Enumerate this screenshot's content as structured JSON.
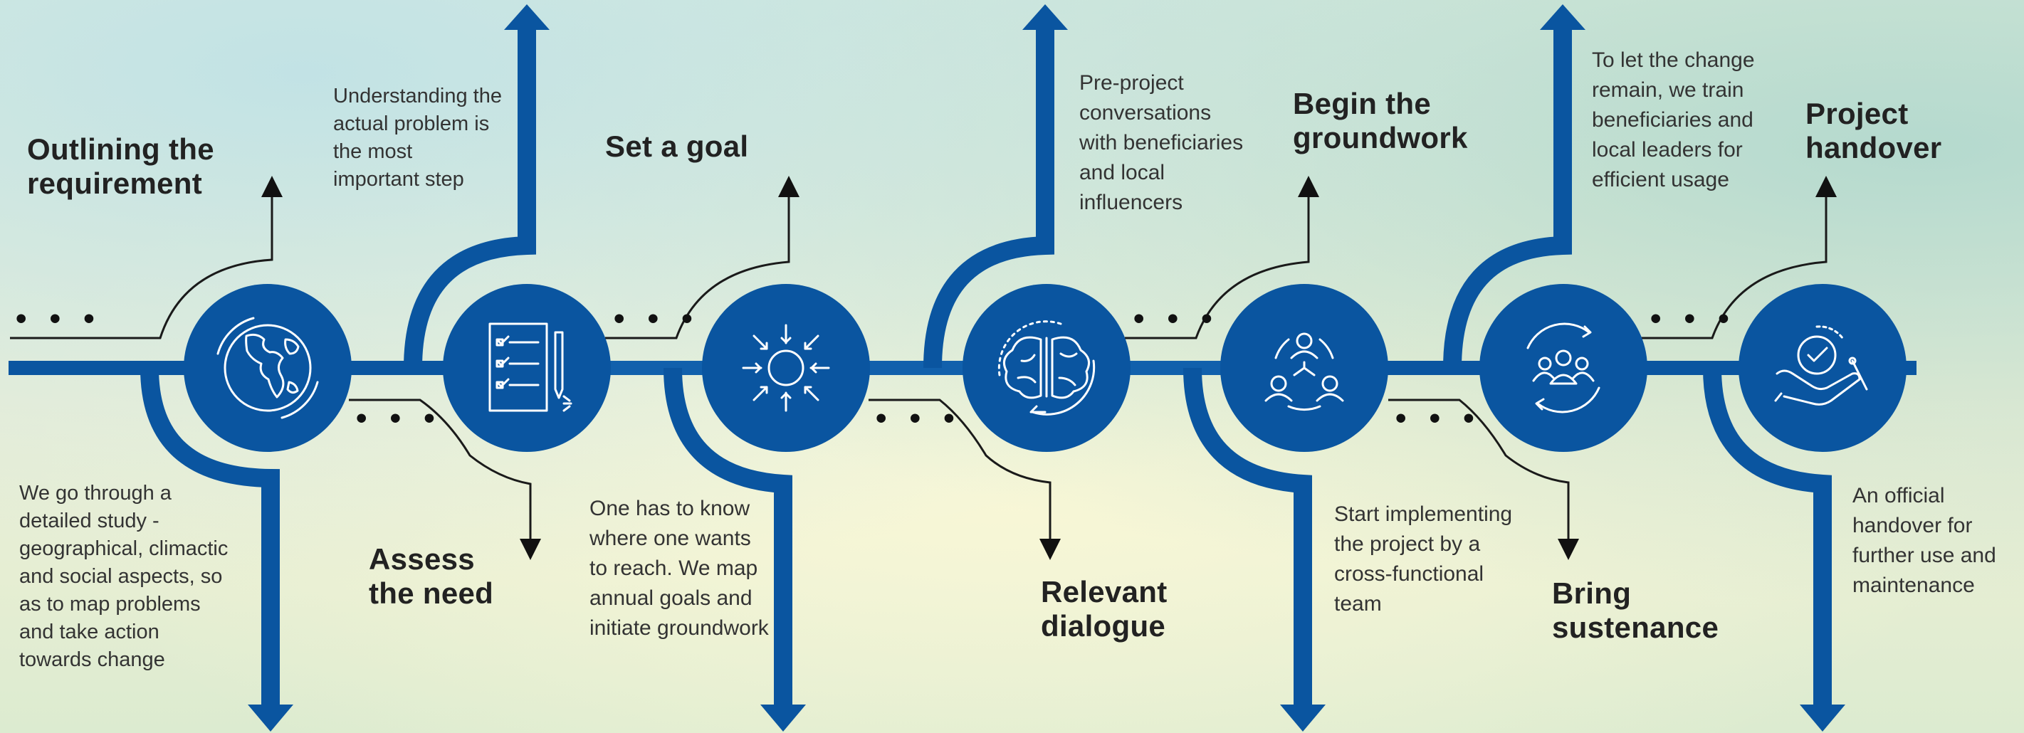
{
  "colors": {
    "primary": "#0a55a0",
    "line": "#1a1a1a",
    "icon": "#ffffff"
  },
  "dots": "• • •",
  "steps": [
    {
      "title": "Outlining the requirement",
      "title_lines": [
        "Outlining the",
        "requirement"
      ],
      "description": "We go through a detailed study - geographical, climactic and social aspects, so as to map problems and take action towards change",
      "icon": "globe-icon"
    },
    {
      "title": "Assess the need",
      "title_lines": [
        "Assess",
        "the need"
      ],
      "description": "Understanding the actual problem is the most important step",
      "icon": "checklist-icon"
    },
    {
      "title": "Set a goal",
      "title_lines": [
        "Set a goal"
      ],
      "description": "One has to know where one wants to reach. We map annual goals and initiate groundwork",
      "icon": "target-icon"
    },
    {
      "title": "Relevant dialogue",
      "title_lines": [
        "Relevant",
        "dialogue"
      ],
      "description": "Pre-project conversations with beneficiaries and local influencers",
      "icon": "brain-icon"
    },
    {
      "title": "Begin the groundwork",
      "title_lines": [
        "Begin the",
        "groundwork"
      ],
      "description": "Start implementing the project by a cross-functional team",
      "icon": "team-network-icon"
    },
    {
      "title": "Bring sustenance",
      "title_lines": [
        "Bring",
        "sustenance"
      ],
      "description": "To let the change remain, we train beneficiaries and local leaders for efficient usage",
      "icon": "group-cycle-icon"
    },
    {
      "title": "Project handover",
      "title_lines": [
        "Project",
        "handover"
      ],
      "description": "An official handover for further use and maintenance",
      "icon": "hand-check-icon"
    }
  ]
}
